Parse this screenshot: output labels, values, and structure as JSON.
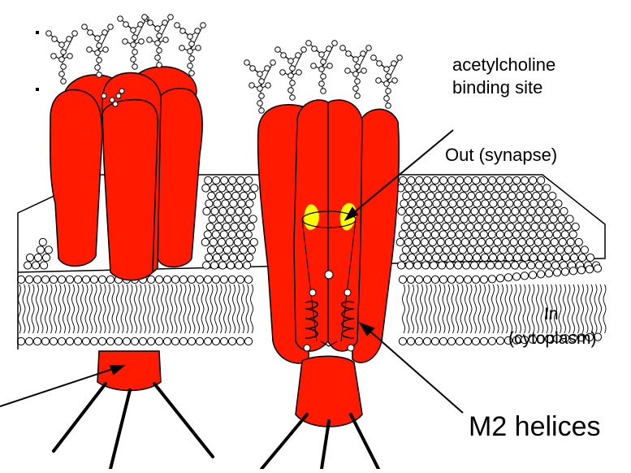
{
  "figure": {
    "labels": {
      "binding_site_line1": "acetylcholine",
      "binding_site_line2": "binding site",
      "out_side": "Out (synapse)",
      "in_side_line1": "In",
      "in_side_line2": "(cytoplasm)",
      "m2": "M2 helices"
    },
    "colors": {
      "protein": "#ff1a00",
      "binding_site": "#ffff00",
      "lipid": "#ffffff",
      "outline": "#000000"
    }
  }
}
